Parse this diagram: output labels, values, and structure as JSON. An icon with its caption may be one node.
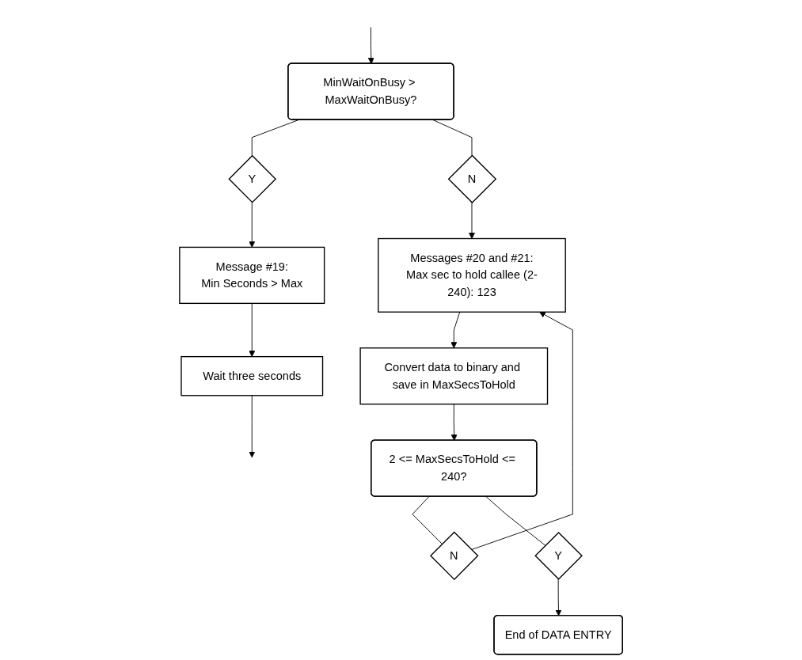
{
  "diagram": {
    "nodes": [
      {
        "text": [
          "MinWaitOnBusy > MaxWaitOnBusy?"
        ]
      },
      {
        "text": [
          "Y"
        ]
      },
      {
        "text": [
          "Message #19:",
          "Min Seconds > Max"
        ]
      },
      {
        "text": [
          "Wait three seconds"
        ]
      },
      {
        "text": [
          "N"
        ]
      },
      {
        "text": [
          "Messages #20 and #21:",
          "Max sec to hold callee (2-240): 123"
        ]
      },
      {
        "text": [
          "Convert data to binary and save in MaxSecsToHold"
        ]
      },
      {
        "text": [
          "2 <= MaxSecsToHold <= 240?"
        ]
      },
      {
        "text": [
          "N"
        ]
      },
      {
        "text": [
          "Y"
        ]
      },
      {
        "text": [
          "End of DATA ENTRY"
        ]
      }
    ],
    "edges": [
      {
        "from": null,
        "to": 0,
        "arrow": "to"
      },
      {
        "from": 0,
        "to": 1,
        "arrow": "none"
      },
      {
        "from": 1,
        "to": 2,
        "arrow": "to"
      },
      {
        "from": 2,
        "to": 3,
        "arrow": "to"
      },
      {
        "from": 3,
        "to": null,
        "arrow": "to"
      },
      {
        "from": 0,
        "to": 4,
        "arrow": "none"
      },
      {
        "from": 4,
        "to": 5,
        "arrow": "to"
      },
      {
        "from": 5,
        "to": 6,
        "arrow": "to"
      },
      {
        "from": 6,
        "to": 7,
        "arrow": "to"
      },
      {
        "from": 7,
        "to": 8,
        "arrow": "none"
      },
      {
        "from": 8,
        "to": 5,
        "arrow": "to"
      },
      {
        "from": 7,
        "to": 9,
        "arrow": "none"
      },
      {
        "from": 9,
        "to": 10,
        "arrow": "to"
      }
    ]
  }
}
